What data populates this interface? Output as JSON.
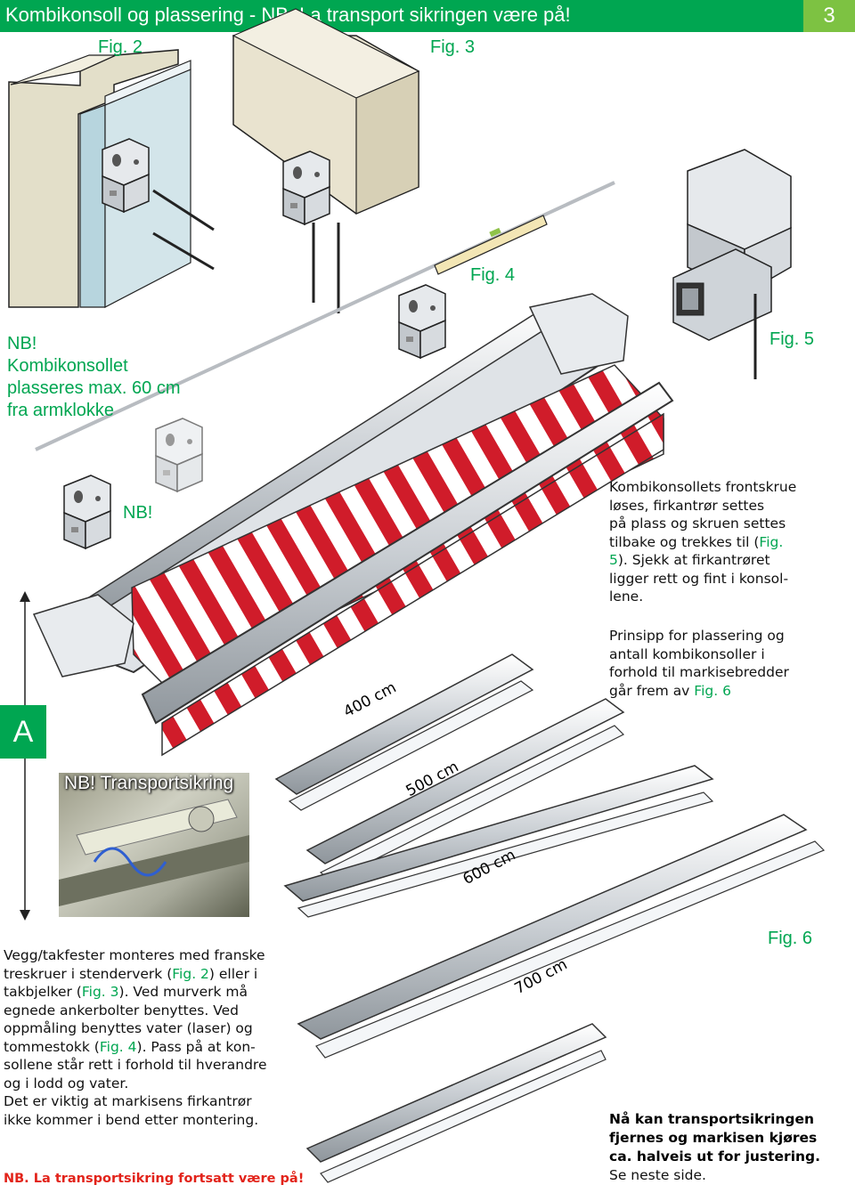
{
  "header": {
    "title": "Kombikonsoll og plassering -  NB. La transport sikringen være på!",
    "page_number": "3"
  },
  "figures": {
    "fig2": "Fig. 2",
    "fig3": "Fig. 3",
    "fig4": "Fig. 4",
    "fig5": "Fig. 5",
    "fig6": "Fig. 6"
  },
  "nb_note": [
    "NB!",
    "Kombikonsollet",
    "plasseres max. 60 cm",
    "fra armklokke"
  ],
  "nb_mid": "NB!",
  "section_a": "A",
  "transport_photo_label": "NB! Transportsikring",
  "fig5_text": {
    "line1": "Kombikonsollets frontskrue",
    "line2": "løses, firkantrør settes",
    "line3": "på plass og skruen settes",
    "line4_pre": "tilbake og trekkes til (",
    "line4_ref": "Fig.",
    "line5_ref": "5",
    "line5_post": "). Sjekk at firkantrøret",
    "line6": "ligger rett og fint i konsol-",
    "line7": "lene."
  },
  "fig6_text": {
    "line1": "Prinsipp for plassering og",
    "line2": "antall kombikonsoller i",
    "line3": "forhold til markisebredder",
    "line4_pre": "går frem av ",
    "line4_ref": "Fig. 6"
  },
  "widths": [
    "400 cm",
    "500 cm",
    "600 cm",
    "700 cm"
  ],
  "mounting_text": {
    "l1": "Vegg/takfester monteres med franske",
    "l2_pre": "treskruer i stenderverk (",
    "l2_ref": "Fig. 2",
    "l2_post": ") eller i",
    "l3_pre": "takbjelker (",
    "l3_ref": "Fig. 3",
    "l3_post": "). Ved murverk må",
    "l4": "egnede ankerbolter benyttes. Ved",
    "l5": "oppmåling benyttes vater (laser) og",
    "l6_pre": "tommestokk (",
    "l6_ref": "Fig. 4",
    "l6_post": "). Pass på at kon-",
    "l7": "sollene står rett i forhold til hverandre",
    "l8": "og i lodd og vater.",
    "l9": "Det er viktig at markisens firkantrør",
    "l10": "ikke kommer i bend etter montering."
  },
  "red_note": "NB. La transportsikring fortsatt være på!",
  "final_text": [
    "Nå kan transportsikringen",
    "fjernes og markisen kjøres",
    "ca. halveis ut for justering."
  ],
  "final_text_plain": "Se neste side.",
  "colors": {
    "brand_green": "#00a651",
    "header_num_bg": "#7dc242",
    "stripe_red": "#d01c2a",
    "warning_red": "#e2231a"
  },
  "icons": [
    "wall-bracket-icon",
    "screw-icon",
    "spirit-level-icon",
    "awning-illustration",
    "square-tube-icon"
  ]
}
